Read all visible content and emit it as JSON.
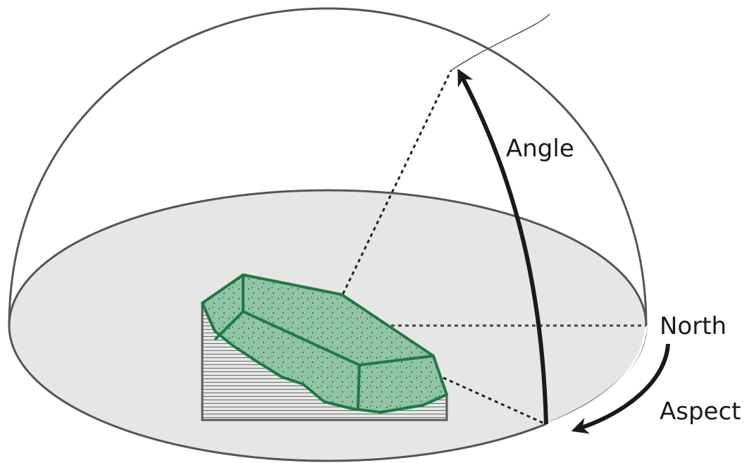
{
  "labels": {
    "angle": "Angle",
    "north": "North",
    "aspect": "Aspect"
  },
  "colors": {
    "dome_outline": "#555555",
    "ground_fill": "#e6e6e6",
    "rock_fill": "#8fc4a4",
    "rock_stroke": "#1f7a45",
    "arrow": "#1a1a1a"
  },
  "icons": {
    "angle_arrow": "curved-up-arrow",
    "aspect_arrow": "curved-down-arrow"
  }
}
